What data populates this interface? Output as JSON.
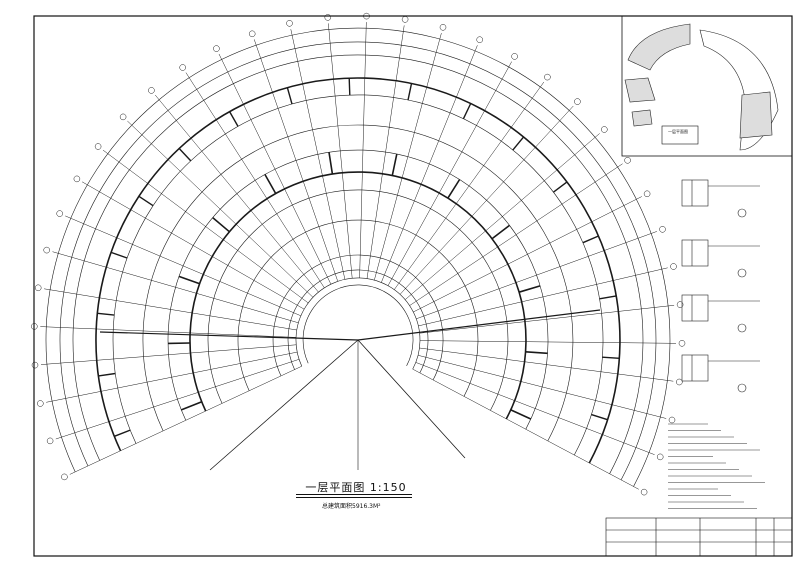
{
  "drawing": {
    "title": "一层平面图 1:150",
    "area_note": "总建筑面积5916.3M²",
    "inset_title": "一层平面图",
    "colors": {
      "line": "#1a1a1a",
      "background": "#ffffff",
      "hatch": "#555555"
    }
  }
}
